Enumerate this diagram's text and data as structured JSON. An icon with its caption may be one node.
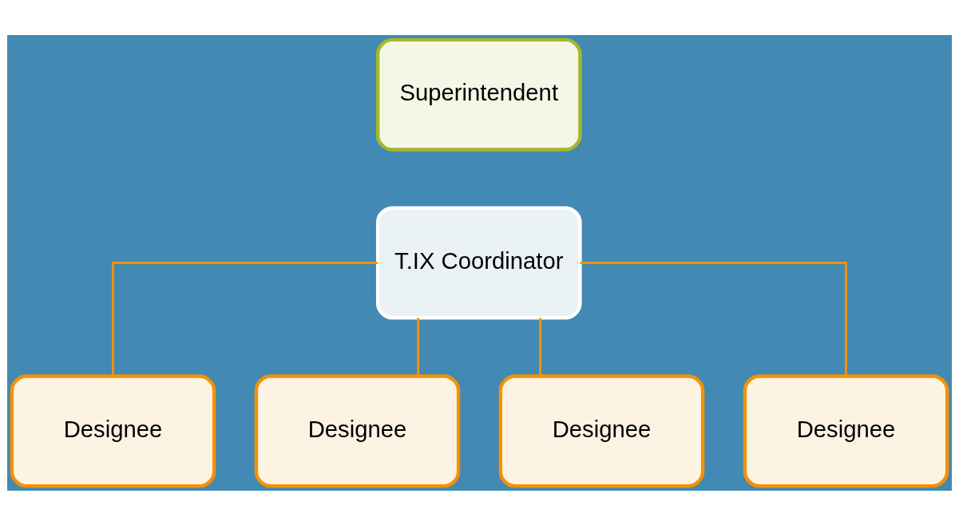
{
  "diagram": {
    "nodes": [
      {
        "text": [
          "Superintendent"
        ]
      },
      {
        "text": [
          "T.IX Coordinator"
        ]
      },
      {
        "text": [
          "Designee"
        ]
      },
      {
        "text": [
          "Designee"
        ]
      },
      {
        "text": [
          "Designee"
        ]
      },
      {
        "text": [
          "Designee"
        ]
      }
    ],
    "edges": [
      {
        "from": 1,
        "to": 2,
        "arrow": "none"
      },
      {
        "from": 1,
        "to": 3,
        "arrow": "none"
      },
      {
        "from": 1,
        "to": 4,
        "arrow": "none"
      },
      {
        "from": 1,
        "to": 5,
        "arrow": "none"
      }
    ]
  }
}
